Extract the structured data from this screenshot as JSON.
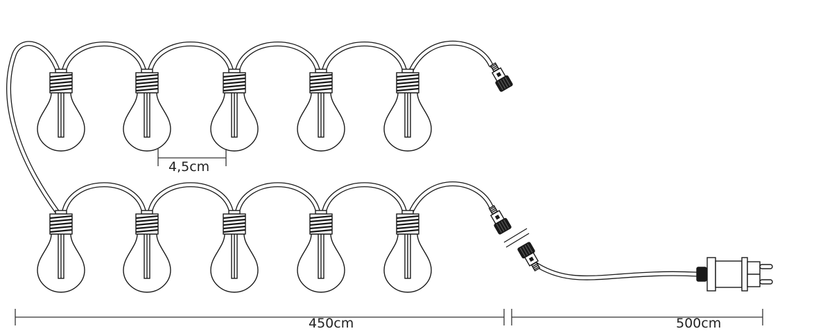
{
  "diagram": {
    "bulb_spacing_label": "4,5cm",
    "string_length_label": "450cm",
    "lead_cable_length_label": "500cm",
    "bulb_rows": [
      5,
      5
    ],
    "line_color": "#1a1a1a"
  }
}
